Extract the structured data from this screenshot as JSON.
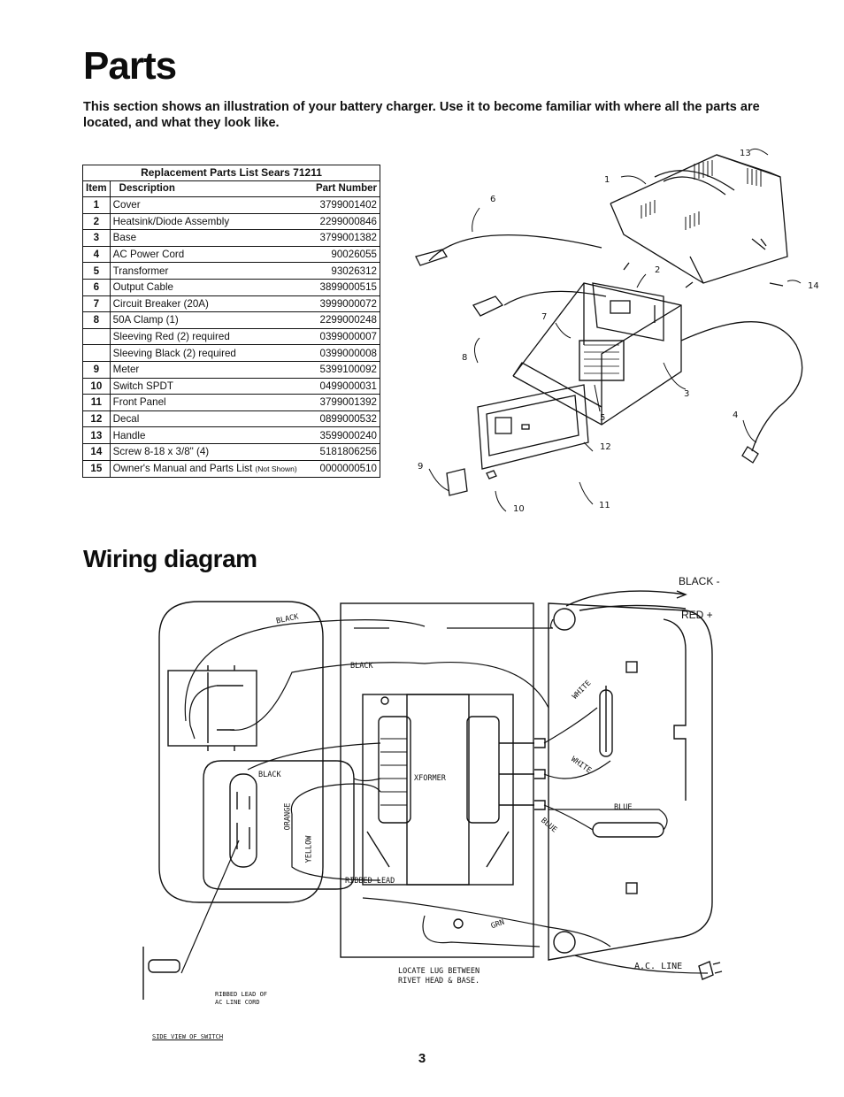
{
  "page": {
    "title": "Parts",
    "intro": "This section shows an illustration of your battery charger. Use it to become familiar with where all the parts are located, and what they look like.",
    "wiring_title": "Wiring diagram",
    "page_number": "3"
  },
  "parts_table": {
    "caption": "Replacement Parts List Sears 71211",
    "col_item": "Item",
    "col_desc": "Description",
    "col_part": "Part Number",
    "rows": [
      {
        "item": "1",
        "desc": "Cover",
        "part": "3799001402"
      },
      {
        "item": "2",
        "desc": "Heatsink/Diode Assembly",
        "part": "2299000846"
      },
      {
        "item": "3",
        "desc": "Base",
        "part": "3799001382"
      },
      {
        "item": "4",
        "desc": "AC Power Cord",
        "part": "90026055"
      },
      {
        "item": "5",
        "desc": "Transformer",
        "part": "93026312"
      },
      {
        "item": "6",
        "desc": "Output Cable",
        "part": "3899000515"
      },
      {
        "item": "7",
        "desc": "Circuit Breaker (20A)",
        "part": "3999000072"
      },
      {
        "item": "8",
        "desc": "50A Clamp (1)",
        "part": "2299000248"
      },
      {
        "item": "",
        "desc": "Sleeving Red (2) required",
        "part": "0399000007"
      },
      {
        "item": "",
        "desc": "Sleeving Black (2) required",
        "part": "0399000008"
      },
      {
        "item": "9",
        "desc": "Meter",
        "part": "5399100092"
      },
      {
        "item": "10",
        "desc": "Switch SPDT",
        "part": "0499000031"
      },
      {
        "item": "11",
        "desc": "Front Panel",
        "part": "3799001392"
      },
      {
        "item": "12",
        "desc": "Decal",
        "part": "0899000532"
      },
      {
        "item": "13",
        "desc": "Handle",
        "part": "3599000240"
      },
      {
        "item": "14",
        "desc": "Screw 8-18 x 3/8\" (4)",
        "part": "5181806256"
      },
      {
        "item": "15",
        "desc": "Owner's Manual and Parts List",
        "desc_note": "(Not Shown)",
        "part": "0000000510"
      }
    ]
  },
  "exploded_view": {
    "callouts": [
      "1",
      "2",
      "3",
      "4",
      "5",
      "6",
      "7",
      "8",
      "9",
      "10",
      "11",
      "12",
      "13",
      "14"
    ]
  },
  "wiring": {
    "labels": {
      "black_minus": "BLACK -",
      "red_plus": "RED +",
      "black_top": "BLACK",
      "black_mid": "BLACK",
      "black_left": "BLACK",
      "orange": "ORANGE",
      "yellow": "YELLOW",
      "xformer": "XFORMER",
      "white_1": "WHITE",
      "white_2": "WHITE",
      "blue_1": "BLUE",
      "blue_2": "BLUE",
      "ribbed_lead": "RIBBED LEAD",
      "grn": "GRN",
      "ac_line": "A.C. LINE",
      "locate_lug_1": "LOCATE LUG BETWEEN",
      "locate_lug_2": "RIVET HEAD & BASE.",
      "ribbed_lead_of_1": "RIBBED LEAD OF",
      "ribbed_lead_of_2": "AC LINE CORD",
      "side_view": "SIDE VIEW OF SWITCH"
    }
  }
}
